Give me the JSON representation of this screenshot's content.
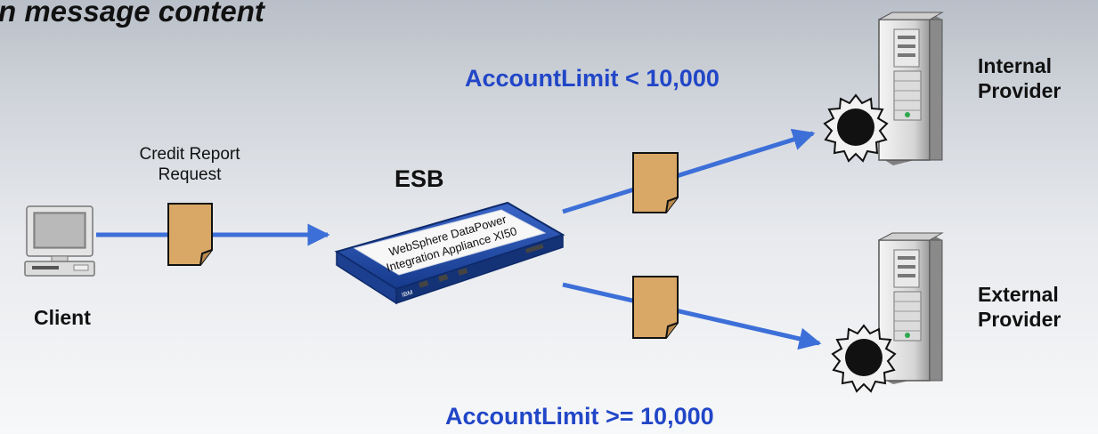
{
  "title": "n message content",
  "request_label": [
    "Credit Report",
    "Request"
  ],
  "esb_label": "ESB",
  "client_label": "Client",
  "internal_provider": [
    "Internal",
    "Provider"
  ],
  "external_provider": [
    "External",
    "Provider"
  ],
  "route_internal": "AccountLimit < 10,000",
  "route_external": "AccountLimit >= 10,000",
  "appliance_text": [
    "WebSphere DataPower",
    "Integration Appliance XI50"
  ],
  "appliance_brand": "IBM",
  "colors": {
    "arrow": "#3d6fd8",
    "condition_text": "#2146c7",
    "document": "#d9a866",
    "appliance": "#1f4aa8"
  }
}
